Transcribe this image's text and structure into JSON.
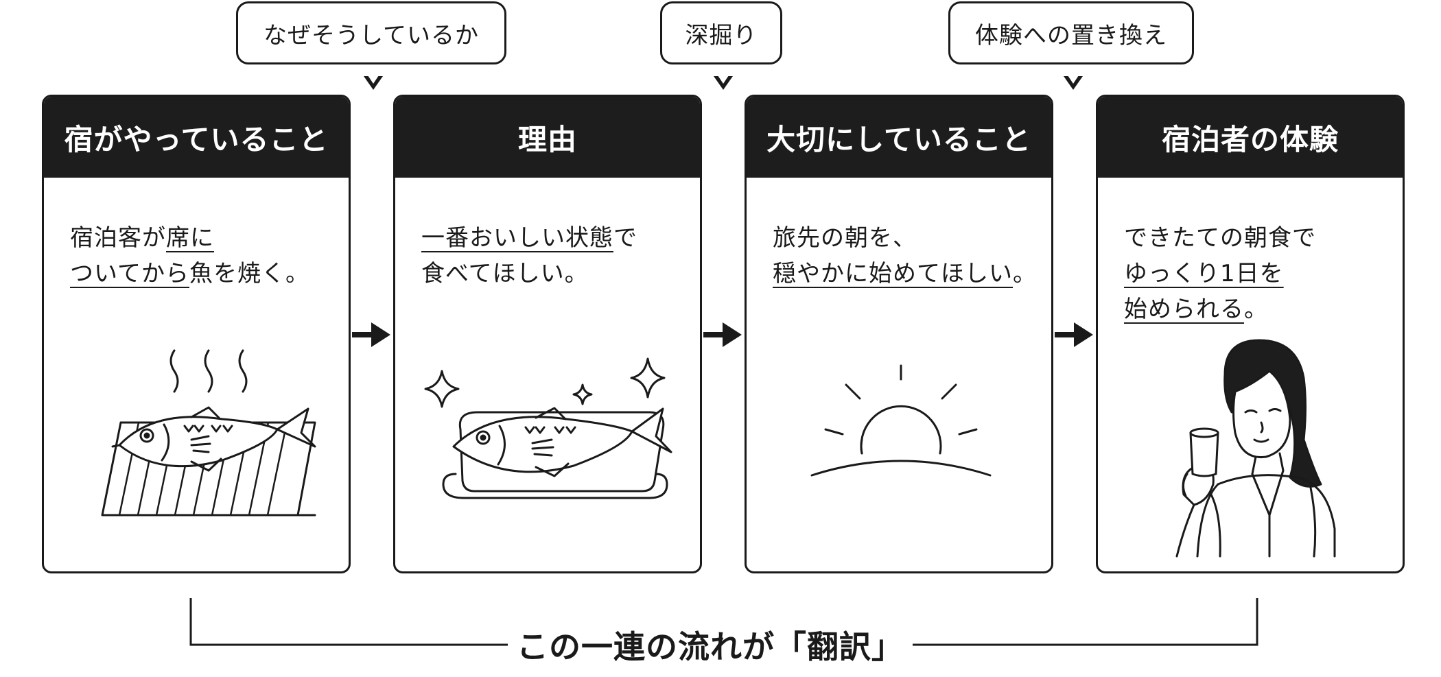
{
  "bubbles": [
    {
      "label": "なぜそうしているか"
    },
    {
      "label": "深掘り"
    },
    {
      "label": "体験への置き換え"
    }
  ],
  "cards": [
    {
      "title": "宿がやっていること",
      "lines": [
        {
          "plain_before": "宿泊客が",
          "underlined": "席に",
          "plain_after": ""
        },
        {
          "plain_before": "",
          "underlined": "ついてから",
          "plain_after": "魚を焼く。"
        }
      ],
      "illustration": "grilled-fish-on-grill"
    },
    {
      "title": "理由",
      "lines": [
        {
          "plain_before": "",
          "underlined": "一番おいしい状態",
          "plain_after": "で"
        },
        {
          "plain_before": "食べてほしい。",
          "underlined": "",
          "plain_after": ""
        }
      ],
      "illustration": "sparkling-fish-on-plate"
    },
    {
      "title": "大切にしていること",
      "lines": [
        {
          "plain_before": "旅先の朝を、",
          "underlined": "",
          "plain_after": ""
        },
        {
          "plain_before": "",
          "underlined": "穏やかに始めてほしい",
          "plain_after": "。"
        }
      ],
      "illustration": "rising-sun"
    },
    {
      "title": "宿泊者の体験",
      "lines": [
        {
          "plain_before": "できたての朝食で",
          "underlined": "",
          "plain_after": ""
        },
        {
          "plain_before": "",
          "underlined": "ゆっくり1日を",
          "plain_after": ""
        },
        {
          "plain_before": "",
          "underlined": "始められる",
          "plain_after": "。"
        }
      ],
      "illustration": "woman-drinking-tea"
    }
  ],
  "summary": {
    "label": "この一連の流れが「翻訳」"
  },
  "colors": {
    "ink": "#1a1a1a",
    "header_bg": "#1d1d1d",
    "background": "#ffffff"
  }
}
